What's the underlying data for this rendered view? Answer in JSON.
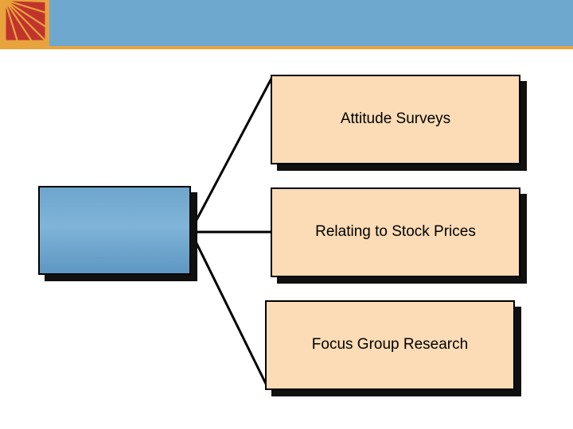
{
  "slide": {
    "banner": {
      "logo_icon": "sunburst-logo-icon",
      "banner_color": "#6fa8ce",
      "accent_color": "#e8a33d"
    },
    "diagram": {
      "type": "node-link",
      "root": {
        "label": "",
        "fill_color": "#6ea5cc"
      },
      "branches": [
        {
          "label": "Attitude Surveys",
          "fill_color": "#fbdcb6"
        },
        {
          "label": "Relating to Stock Prices",
          "fill_color": "#fbdcb6"
        },
        {
          "label": "Focus Group Research",
          "fill_color": "#fbdcb6"
        }
      ]
    }
  }
}
